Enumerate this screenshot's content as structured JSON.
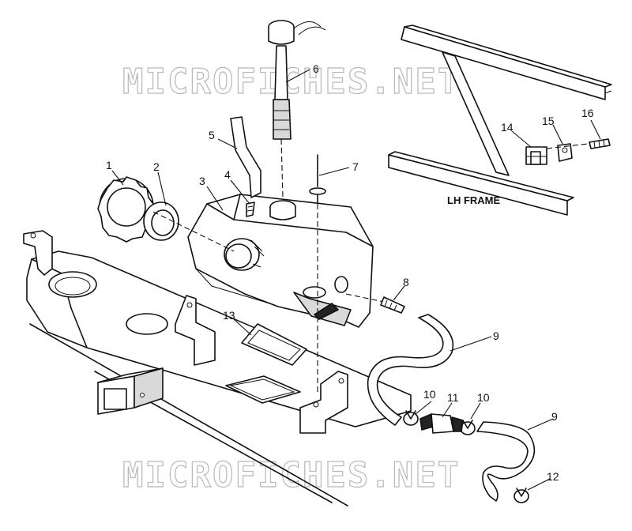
{
  "watermark": "MICROFICHES.NET",
  "frame_label": "LH FRAME",
  "callouts": {
    "c1": "1",
    "c2": "2",
    "c3": "3",
    "c4": "4",
    "c5": "5",
    "c6": "6",
    "c7": "7",
    "c8": "8",
    "c9a": "9",
    "c9b": "9",
    "c10a": "10",
    "c10b": "10",
    "c11": "11",
    "c12": "12",
    "c13": "13",
    "c14": "14",
    "c15": "15",
    "c16": "16"
  }
}
